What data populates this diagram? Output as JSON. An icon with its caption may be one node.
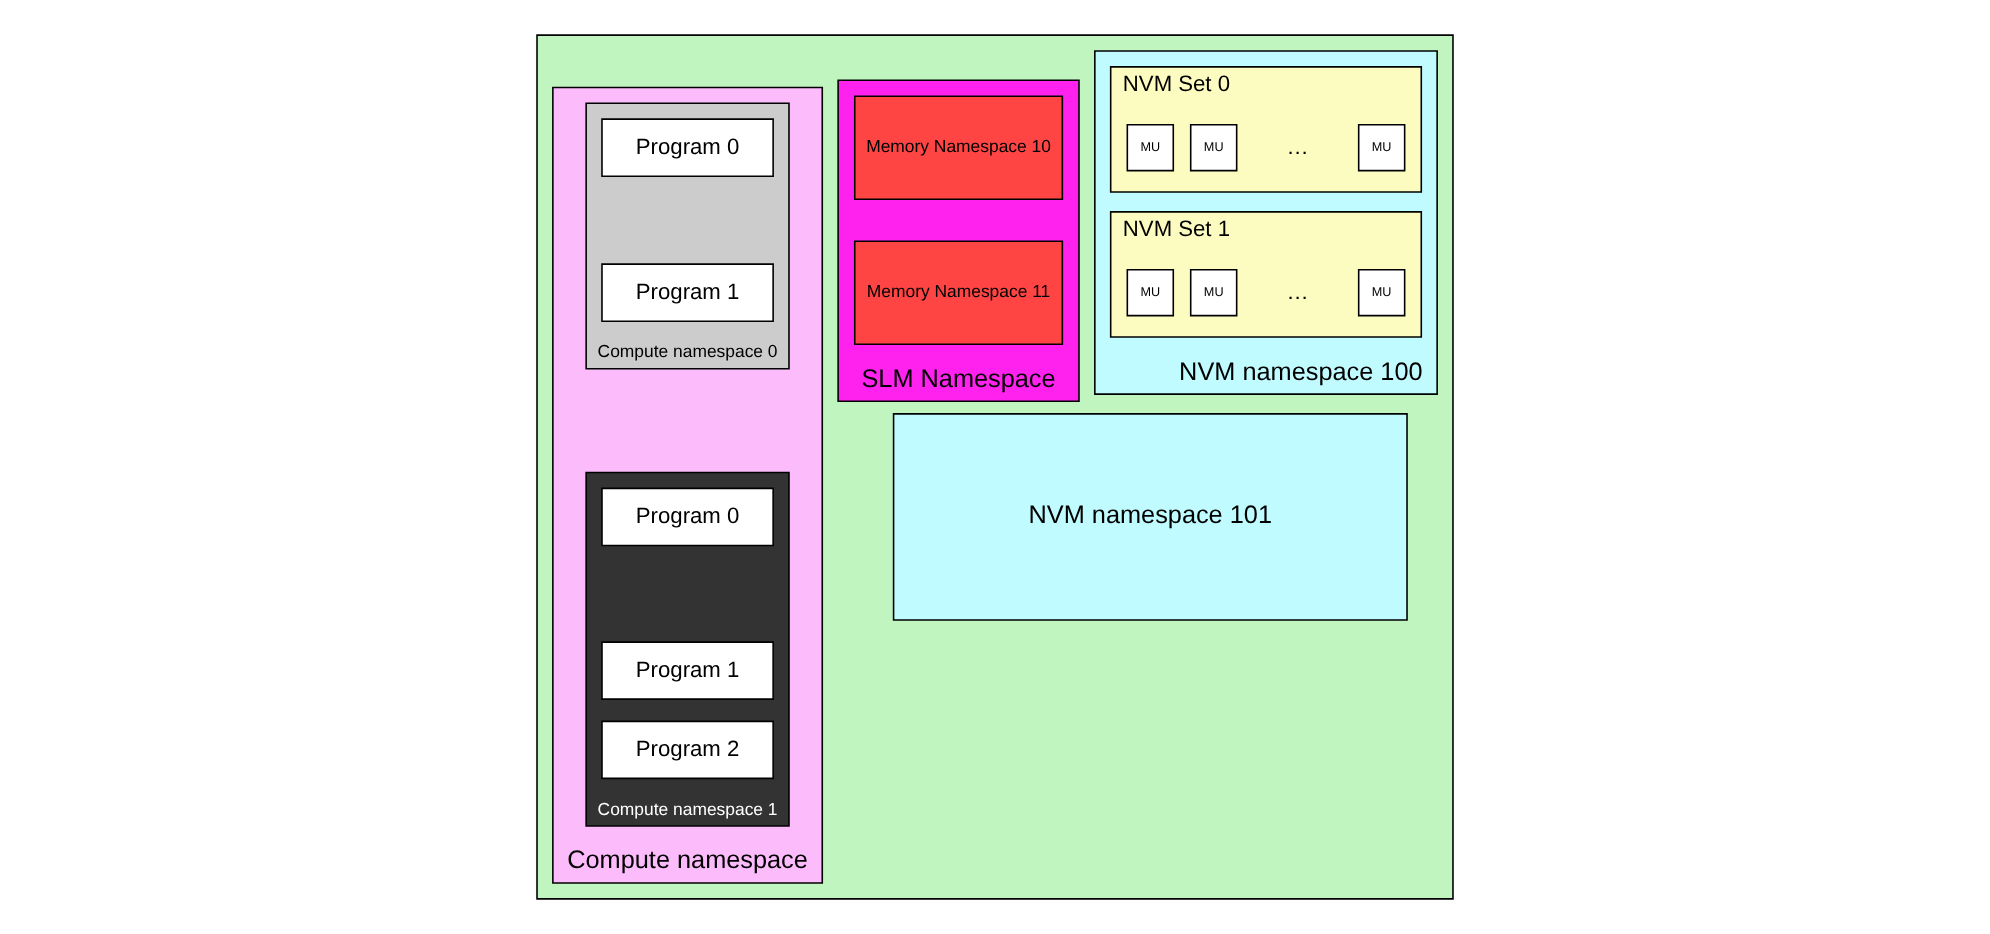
{
  "diagram": {
    "nodes": [
      {
        "text": [],
        "shape": "box"
      },
      {
        "text": [
          "Compute namespace"
        ],
        "in": 0
      },
      {
        "text": [
          "Compute namespace 0"
        ],
        "in": 1
      },
      {
        "text": [
          "Program 0"
        ],
        "in": 2
      },
      {
        "text": [
          "Program 1"
        ],
        "in": 2
      },
      {
        "text": [
          "Compute namespace 1"
        ],
        "in": 1
      },
      {
        "text": [
          "Program 0"
        ],
        "in": 5
      },
      {
        "text": [
          "Program 1"
        ],
        "in": 5
      },
      {
        "text": [
          "Program 2"
        ],
        "in": 5
      },
      {
        "text": [
          "SLM Namespace"
        ],
        "in": 0
      },
      {
        "text": [
          "Memory Namespace 10"
        ],
        "in": 9
      },
      {
        "text": [
          "Memory Namespace 11"
        ],
        "in": 9
      },
      {
        "text": [
          "NVM namespace 100"
        ],
        "in": 0
      },
      {
        "text": [
          "NVM Set 0"
        ],
        "in": 12
      },
      {
        "text": [
          "MU"
        ],
        "in": 13
      },
      {
        "text": [
          "MU"
        ],
        "in": 13
      },
      {
        "text": [
          "MU"
        ],
        "in": 13
      },
      {
        "text": [
          "NVM Set 1"
        ],
        "in": 12
      },
      {
        "text": [
          "MU"
        ],
        "in": 17
      },
      {
        "text": [
          "MU"
        ],
        "in": 17
      },
      {
        "text": [
          "MU"
        ],
        "in": 17
      },
      {
        "text": [
          "NVM namespace 101"
        ],
        "in": 0
      }
    ],
    "labels": [
      "…",
      "…"
    ]
  }
}
